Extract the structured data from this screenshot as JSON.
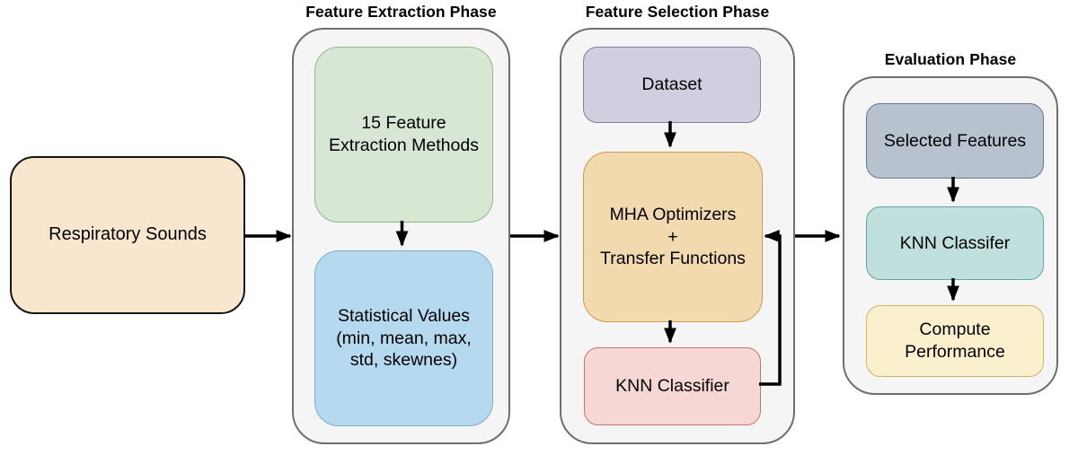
{
  "diagram": {
    "background": "#ffffff",
    "container_fill": "#f5f5f5",
    "container_border": "#6e6e6e",
    "arrow_color": "#000000"
  },
  "input_node": {
    "label": "Respiratory Sounds",
    "fill": "#f9e6ce",
    "border": "#161616"
  },
  "phases": {
    "extraction": {
      "title": "Feature Extraction Phase",
      "nodes": {
        "methods": {
          "label": "15 Feature\nExtraction Methods",
          "fill": "#d7e7d4",
          "border": "#93b58b"
        },
        "stats": {
          "label": "Statistical Values\n(min, mean, max,\nstd, skewnes)",
          "fill": "#b5d9ee",
          "border": "#7faecb"
        }
      }
    },
    "selection": {
      "title": "Feature Selection Phase",
      "nodes": {
        "dataset": {
          "label": "Dataset",
          "fill": "#d2cee0",
          "border": "#877ca8"
        },
        "mha": {
          "label": "MHA Optimizers\n+\nTransfer Functions",
          "fill": "#f2d9ae",
          "border": "#c89b4f"
        },
        "knn": {
          "label": "KNN Classifier",
          "fill": "#f6d7d4",
          "border": "#c9736d"
        }
      }
    },
    "evaluation": {
      "title": "Evaluation Phase",
      "nodes": {
        "selected": {
          "label": "Selected Features",
          "fill": "#b7c2ce",
          "border": "#66788c"
        },
        "knn": {
          "label": "KNN Classifer",
          "fill": "#bfe0dd",
          "border": "#66a6a0"
        },
        "compute": {
          "label": "Compute\nPerformance",
          "fill": "#faf0ce",
          "border": "#cbb862"
        }
      }
    }
  }
}
